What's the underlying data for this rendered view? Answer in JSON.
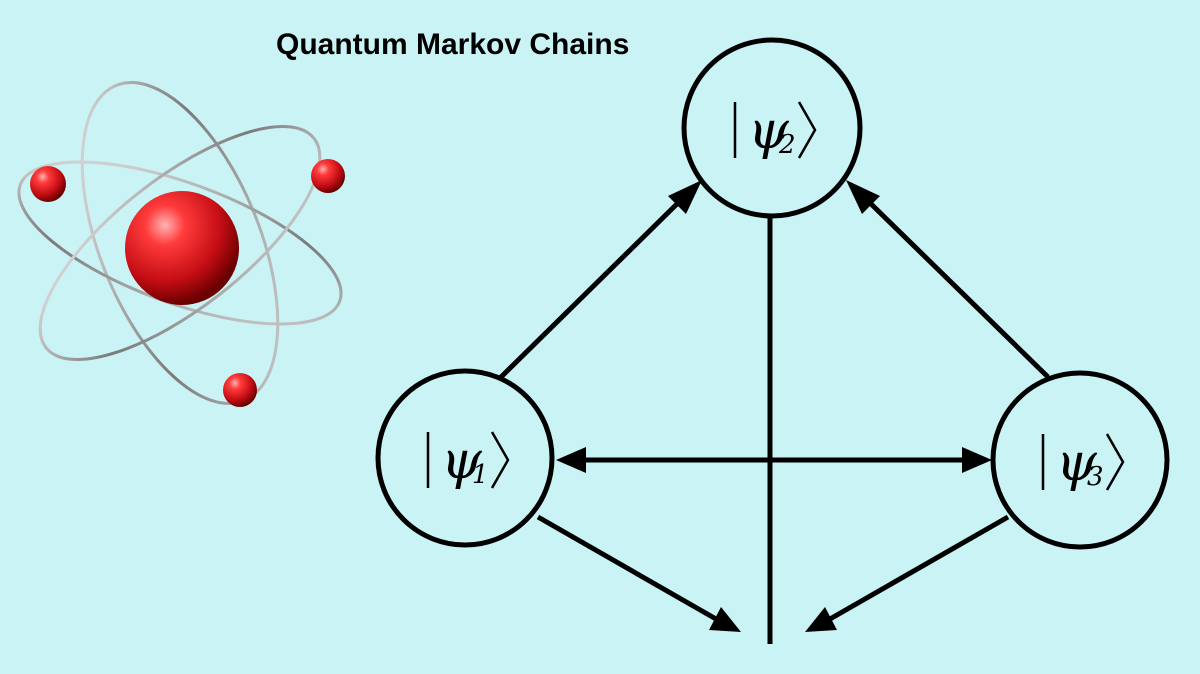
{
  "title": "Quantum Markov Chains",
  "illustration": {
    "icon": "atom-icon",
    "nucleus_color": "#d4141c",
    "electron_color": "#d4141c",
    "orbit_color": "#9a9a9a"
  },
  "states": [
    {
      "id": "psi2",
      "psi": "ψ",
      "sub": "2"
    },
    {
      "id": "psi1",
      "psi": "ψ",
      "sub": "1"
    },
    {
      "id": "psi3",
      "psi": "ψ",
      "sub": "3"
    }
  ],
  "edges": [
    {
      "from": "psi1",
      "to": "psi2",
      "type": "directed"
    },
    {
      "from": "psi3",
      "to": "psi2",
      "type": "directed"
    },
    {
      "from": "psi1",
      "to": "psi3",
      "type": "bidirectional"
    },
    {
      "from": "psi1",
      "to": "outside",
      "type": "directed"
    },
    {
      "from": "psi3",
      "to": "outside",
      "type": "directed"
    },
    {
      "from": "psi2",
      "to": "outside",
      "type": "line"
    }
  ],
  "colors": {
    "background": "#c9f3f5",
    "stroke": "#000000"
  }
}
